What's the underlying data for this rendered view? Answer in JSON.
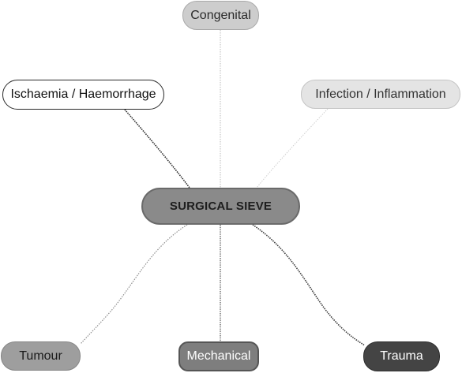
{
  "center": {
    "label": "SURGICAL SIEVE"
  },
  "branches": [
    {
      "label": "Congenital"
    },
    {
      "label": "Ischaemia / Haemorrhage"
    },
    {
      "label": "Infection / Inflammation"
    },
    {
      "label": "Tumour"
    },
    {
      "label": "Mechanical"
    },
    {
      "label": "Trauma"
    }
  ],
  "colors": {
    "center_fill": "#8a8a8a",
    "congenital_fill": "#cdcdcd",
    "ischaemia_fill": "#ffffff",
    "infection_fill": "#e4e4e4",
    "tumour_fill": "#9e9e9e",
    "mechanical_fill": "#7e7e7e",
    "trauma_fill": "#444444"
  }
}
